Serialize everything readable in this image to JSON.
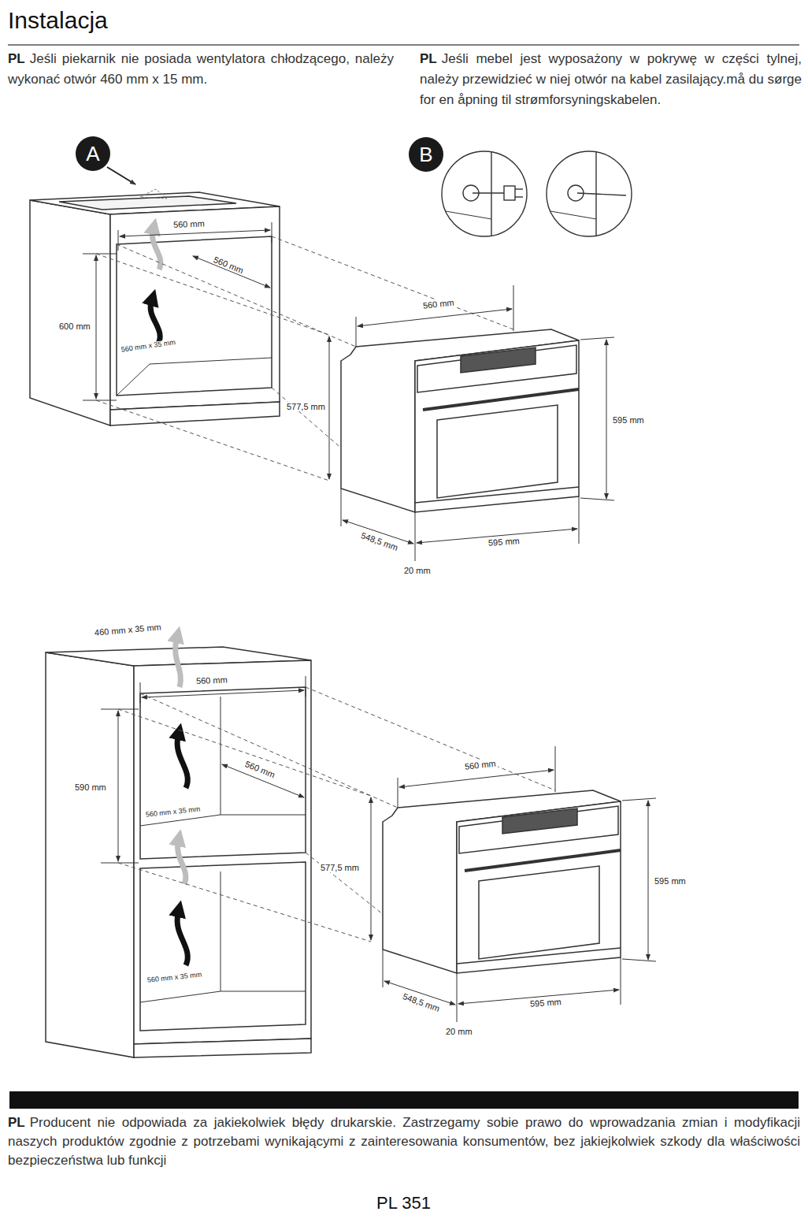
{
  "diagram": {
    "title": "Instalacja",
    "nodes": [
      {
        "text": [
          "A"
        ]
      },
      {
        "text": [
          "B"
        ]
      }
    ],
    "labels": [
      "PL",
      "Jeśli piekarnik nie posiada wentylatora chłodzącego, należy wykonać otwór 460 mm x 15 mm.",
      "PL",
      "Jeśli mebel jest wyposażony w pokrywę w części tylnej, należy przewidzieć w niej otwór na kabel zasilający.må du sørge for en åpning til strømforsyningskabelen.",
      "560 mm",
      "560 mm",
      "600 mm",
      "560 mm x 35 mm",
      "560 mm",
      "577,5 mm",
      "595 mm",
      "548,5 mm",
      "595 mm",
      "20 mm",
      "460 mm x 35 mm",
      "560 mm",
      "560 mm",
      "590 mm",
      "560 mm x 35 mm",
      "560 mm x 35 mm",
      "560 mm",
      "577,5 mm",
      "595 mm",
      "548,5 mm",
      "595 mm",
      "20 mm",
      "PL",
      "Producent nie odpowiada za jakiekolwiek błędy drukarskie. Zastrzegamy sobie prawo do wprowadzania zmian i modyfikacji naszych produktów zgodnie z potrzebami wynikającymi z zainteresowania konsumentów, bez jakiejkolwiek szkody dla właściwości bezpieczeństwa lub funkcji",
      "PL 351"
    ]
  }
}
